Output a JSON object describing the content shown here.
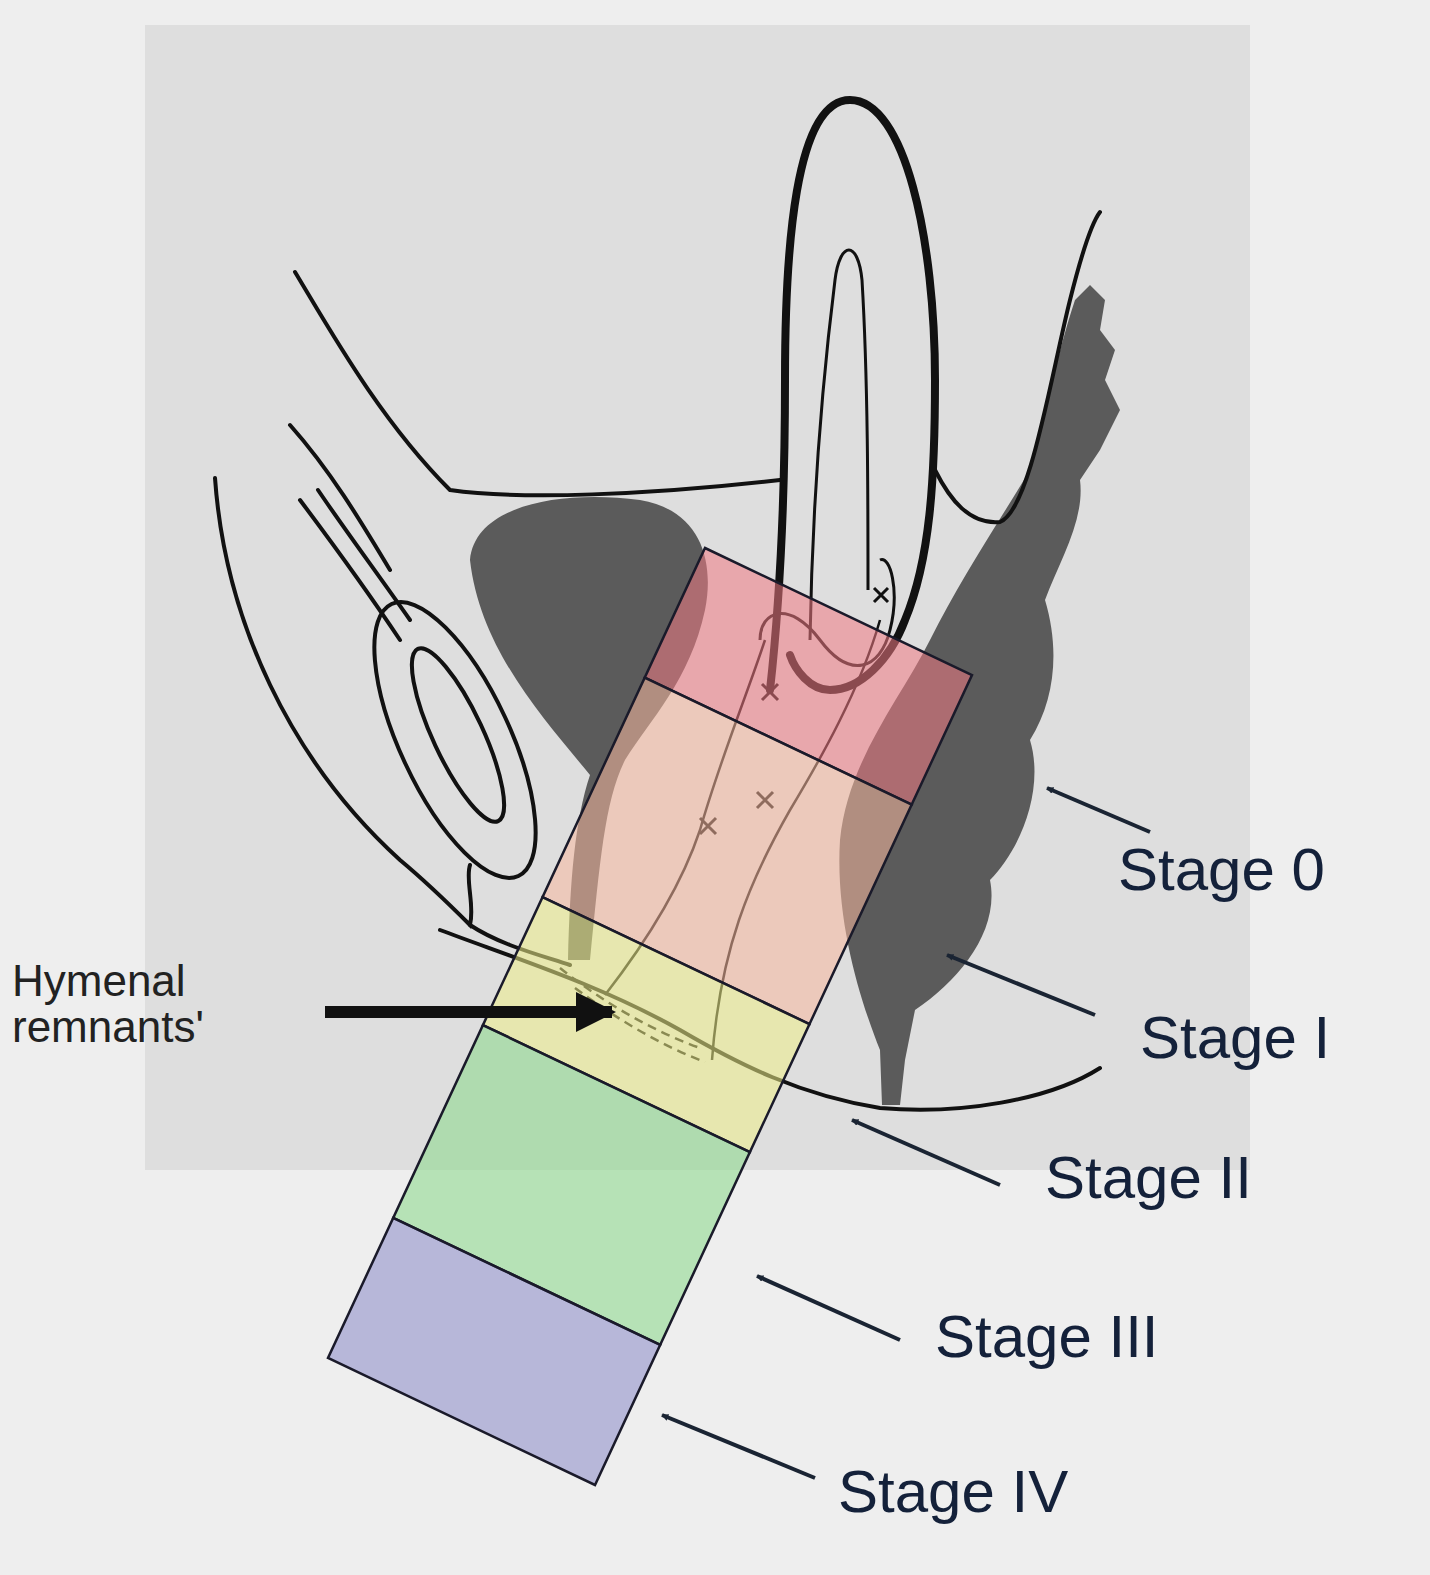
{
  "diagram": {
    "labels": [
      "Hymenal remnants'",
      "Stage 0",
      "Stage I",
      "Stage II",
      "Stage III",
      "Stage IV"
    ]
  }
}
